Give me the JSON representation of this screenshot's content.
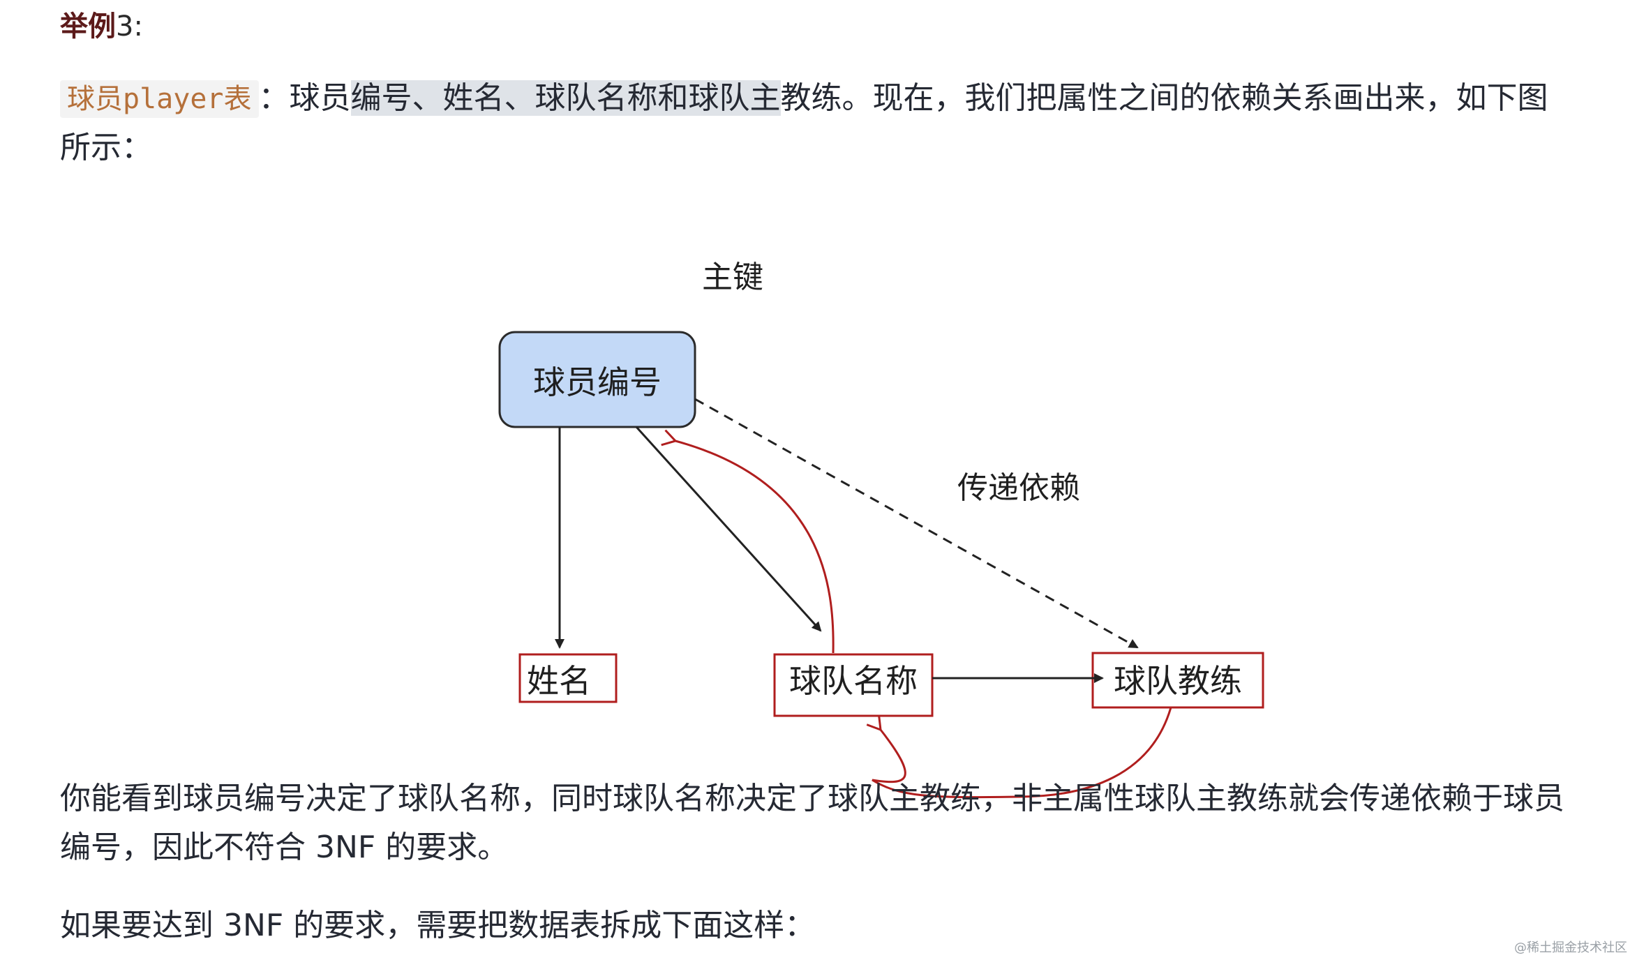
{
  "heading": {
    "label": "举例",
    "num": "3:"
  },
  "para1": {
    "code": "球员player表",
    "pre": "：球员",
    "highlight": "编号、姓名、球队名称和球队主",
    "post": "教练。现在，我们把属性之间的依赖关系画出来，如下图",
    "line2": "所示："
  },
  "diagram": {
    "pk_label": "主键",
    "transitive_label": "传递依赖",
    "nodes": {
      "player_id": "球员编号",
      "name": "姓名",
      "team_name": "球队名称",
      "coach": "球队教练"
    },
    "colors": {
      "pk_fill": "#c3d9f7",
      "pk_stroke": "#2b2b2b",
      "node_stroke": "#b01e1e",
      "red_arrow": "#b01e1e",
      "black_arrow": "#222222"
    }
  },
  "para2": {
    "line1": "你能看到球员编号决定了球队名称，同时球队名称决定了球队主教练，非主属性球队主教练就会传递依赖于球员",
    "line2": "编号，因此不符合 3NF 的要求。"
  },
  "para3": "如果要达到 3NF 的要求，需要把数据表拆成下面这样：",
  "watermark": "@稀土掘金技术社区"
}
